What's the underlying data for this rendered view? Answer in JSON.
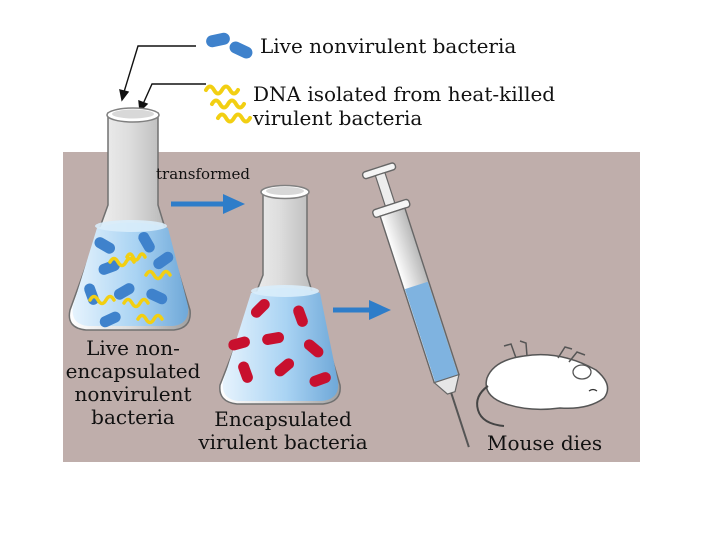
{
  "legend": {
    "bacteria_label": "Live nonvirulent bacteria",
    "dna_label_line1": "DNA isolated from heat-killed",
    "dna_label_line2": "virulent bacteria"
  },
  "arrows": {
    "transformed_label": "transformed"
  },
  "flask1": {
    "label_lines": [
      "Live non-",
      "encapsulated",
      "nonvirulent",
      "bacteria"
    ]
  },
  "flask2": {
    "label_lines": [
      "Encapsulated",
      "virulent bacteria"
    ]
  },
  "mouse": {
    "label": "Mouse dies"
  },
  "colors": {
    "panel_bg": "#bfaeab",
    "liquid": "#a9d3f3",
    "blue_bacteria": "#3f82cc",
    "red_bacteria": "#c8102e",
    "dna": "#f2cf12",
    "arrow": "#2e7dc9"
  }
}
